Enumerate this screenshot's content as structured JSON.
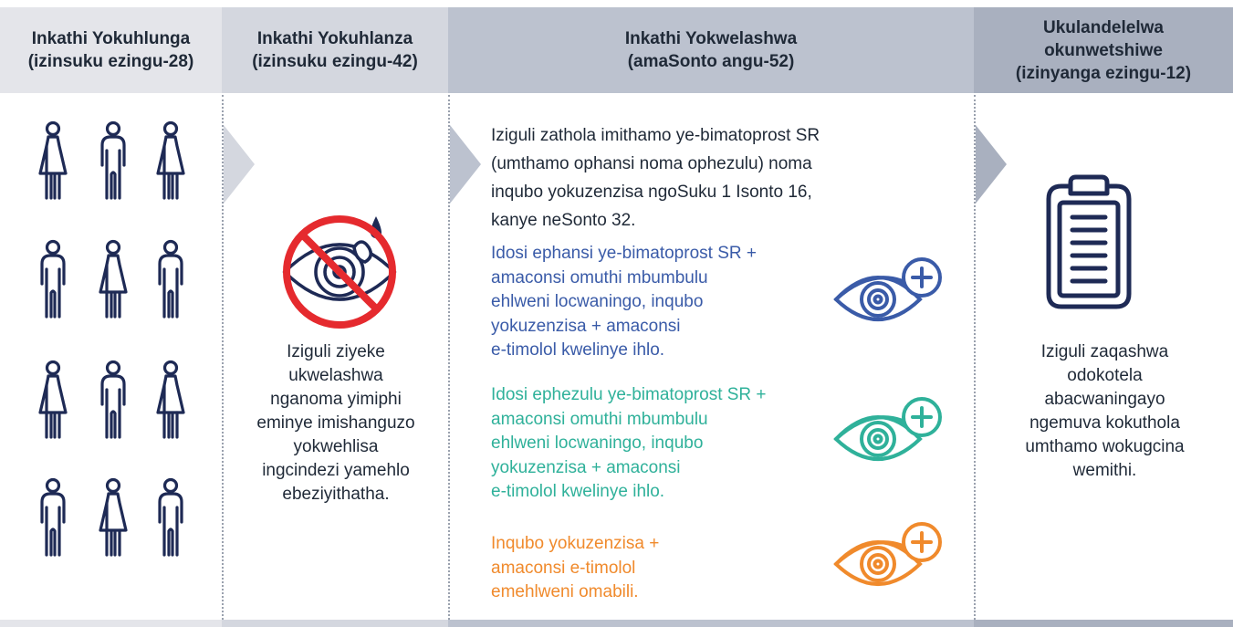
{
  "headers": {
    "screening": [
      "Inkathi Yokuhlunga",
      "(izinsuku ezingu-28)"
    ],
    "washout": [
      "Inkathi Yokuhlanza",
      "(izinsuku ezingu-42)"
    ],
    "treatment": [
      "Inkathi Yokwelashwa",
      "(amaSonto angu-52)"
    ],
    "followup": [
      "Ukulandelelwa",
      "okunwetshiwe",
      "(izinyanga ezingu-12)"
    ]
  },
  "washout_text": [
    "Iziguli ziyeke",
    "ukwelashwa",
    "nganoma yimiphi",
    "eminye imishanguzo",
    "yokwehlisa",
    "ingcindezi yamehlo",
    "ebeziyithatha."
  ],
  "treatment_intro": [
    "Iziguli zathola imithamo ye-bimatoprost SR",
    "(umthamo ophansi noma ophezulu) noma",
    "inqubo yokuzenzisa ngoSuku 1 Isonto 16,",
    "kanye neSonto 32."
  ],
  "arms": {
    "low": [
      "Idosi ephansi ye-bimatoprost SR +",
      "amaconsi omuthi mbumbulu",
      "ehlweni locwaningo, inqubo",
      "yokuzenzisa + amaconsi",
      "e-timolol kwelinye ihlo."
    ],
    "high": [
      "Idosi ephezulu ye-bimatoprost SR +",
      "amaconsi omuthi mbumbulu",
      "ehlweni locwaningo, inqubo",
      "yokuzenzisa + amaconsi",
      "e-timolol kwelinye ihlo."
    ],
    "sham": [
      "Inqubo yokuzenzisa +",
      "amaconsi e-timolol",
      "emehlweni omabili."
    ]
  },
  "followup_text": [
    "Iziguli zaqashwa",
    "odokotela",
    "abacwaningayo",
    "ngemuva kokuthola",
    "umthamo wokugcina",
    "wemithi."
  ],
  "colors": {
    "navy": "#1e2a55",
    "blue": "#3a5ba8",
    "teal": "#2fb19a",
    "orange": "#f08a2c",
    "red": "#e52a2e"
  },
  "icons": [
    "person-female-icon",
    "person-male-icon",
    "no-eye-drops-icon",
    "eye-plus-icon",
    "clipboard-icon"
  ]
}
